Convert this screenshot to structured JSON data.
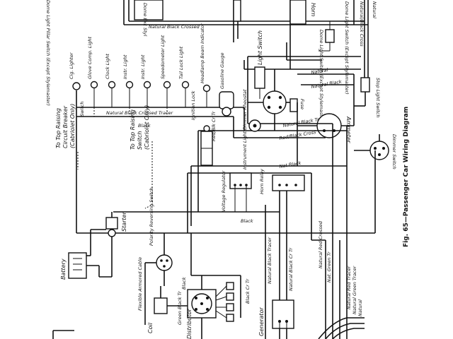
{
  "caption": "Fig. 65—Passenger Car Wiring Diagram",
  "dash_labels": {
    "dome_light_pillar_switch": "Dome Light Pillar Switch (Except Stylemaster)",
    "dome_exc_styl": "Dome Exc Styl",
    "horn": "Horn",
    "dome_light_switch_stylemaster": "Dome Light Switch (Except Stylemaster)",
    "natural_black_crossed": "Natural Black Crossed",
    "natural_black_cross": "Natural/Black Cross",
    "natural": "Natural",
    "dome_light_stylemaster": "Dome Light Switch (Except Stylemaster)"
  },
  "panel_labels": [
    "Cig. Lighter",
    "Glove Comp. Light",
    "Clock Light",
    "Instr. Light",
    "Instr. Light",
    "Speedometer Light",
    "Tail Lock Light",
    "Headlamp Beam Indicator",
    "Gasoline Gauge"
  ],
  "switch_labels": {
    "light_switch": "Light Switch",
    "fuse": "Fuse",
    "stop_light_switch": "Stop Light Switch",
    "ammeter": "Ammeter",
    "dimmer_switch": "Dimmer Switch",
    "ignition_lock": "Ignition Lock",
    "instrument_light_dimmer_rheostat": "Instrument Light Dimmer Rheostat",
    "horn_relay": "Horn Relay",
    "voltage_regulator": "Voltage Regulator",
    "switch": "Switch"
  },
  "wire_labels": {
    "natural_black_crossed_tracer": "Natural Black Crossed Tracer",
    "black": "Black",
    "red_black_cr_tr": "Red/Blk Cr Tr",
    "natural_black_tracer": "Natural Black Tracer",
    "natural": "Natural",
    "natural_black": "Natural Black",
    "red_black_cross": "Red/Black Cross",
    "natural_red_tracer": "Natural Red Tracer",
    "natural_red_crossed": "Natural Red Crossed",
    "natural_green_tracer": "Natural Green Tracer",
    "natural_green_cr": "Nat. Green Tr",
    "natural_black_cr_tr": "Natural Black Cr Tr",
    "natural_black_tr": "Natural Black Tr",
    "black_small": "Black",
    "nat_black": "Nat Black"
  },
  "left_labels": {
    "top_raising_circuit_breaker": [
      "To Top Raising",
      "Circuit Breaker",
      "(Cabriolet Only)"
    ],
    "top_raising_switch": [
      "To Top Raising",
      "Switch",
      "(Cabriolet Only)"
    ],
    "battery": "Battery",
    "starter": "Starter",
    "polarity_reversing_switch": "Polarity Reversing Switch",
    "flexible_armored_cable": "Flexible Armored Cable",
    "coil": "Coil",
    "distributor": "Distributor",
    "generator": "Generator",
    "black_left": "Black",
    "black_cr_tr": "Black Cr Tr",
    "green_black_tr": "Green Black Tr"
  },
  "colors": {
    "ink": "#111111",
    "paper": "#ffffff"
  }
}
